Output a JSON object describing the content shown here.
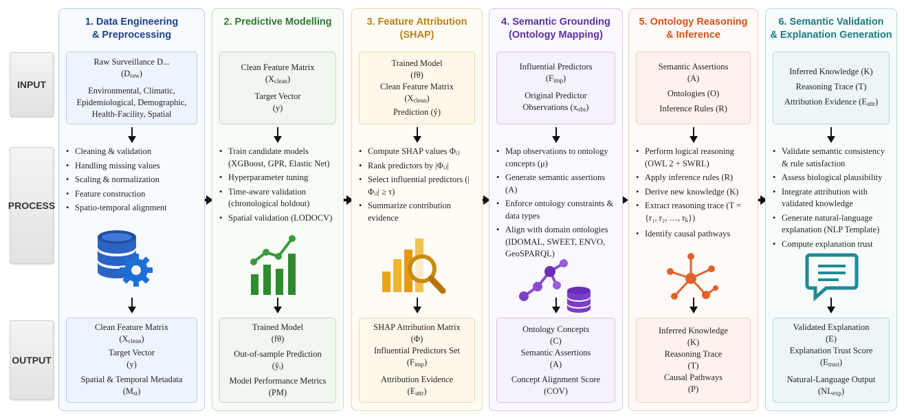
{
  "row_labels": {
    "input": "INPUT",
    "process": "PROCESS",
    "output": "OUTPUT"
  },
  "stages": [
    {
      "title_line1": "1. Data Engineering",
      "title_line2": "& Preprocessing",
      "color": "#1f3f8f",
      "input": [
        "Raw Surveillance D...",
        "(D_raw)",
        "",
        "Environmental, Climatic,",
        "Epidemiological, Demographic,",
        "Health-Facility, Spatial"
      ],
      "process": [
        "Cleaning & validation",
        "Handling missing values",
        "Scaling & normalization",
        "Feature construction",
        "Spatio-temporal alignment"
      ],
      "icon": "database-gear-icon",
      "output": [
        "Clean Feature Matrix",
        "(X_clean)",
        "Target Vector",
        "(y)",
        "",
        "Spatial & Temporal Metadata",
        "(M_st)"
      ]
    },
    {
      "title_line1": "2. Predictive Modelling",
      "title_line2": "",
      "color": "#2e7a2e",
      "input": [
        "Clean Feature Matrix",
        "(X_clean)",
        "",
        "Target Vector",
        "(y)"
      ],
      "process": [
        "Train candidate models (XGBoost, GPR, Elastic Net)",
        "Hyperparameter tuning",
        "Time-aware validation (chronological holdout)",
        "Spatial validation (LODOCV)"
      ],
      "icon": "bar-chart-trend-icon",
      "output": [
        "Trained Model",
        "(fθ)",
        "",
        "Out-of-sample Prediction",
        "(ŷᵢ)",
        "",
        "Model Performance Metrics",
        "(PM)"
      ]
    },
    {
      "title_line1": "3. Feature Attribution",
      "title_line2": "(SHAP)",
      "color": "#b88217",
      "input": [
        "Trained Model",
        "(fθ)",
        "Clean Feature Matrix",
        "(X_clean)",
        "Prediction (ŷ)"
      ],
      "process": [
        "Compute SHAP values Φᵢⱼ",
        "Rank predictors by |Φᵢⱼ|",
        "Select influential predictors (|Φᵢⱼ| ≥ τ)",
        "Summarize contribution evidence"
      ],
      "icon": "magnifier-bar-chart-icon",
      "output": [
        "SHAP Attribution Matrix",
        "(Φ)",
        "Influential Predictors Set",
        "(F_imp)",
        "",
        "Attribution Evidence",
        "(E_attr)"
      ]
    },
    {
      "title_line1": "4. Semantic Grounding",
      "title_line2": "(Ontology Mapping)",
      "color": "#5e2fa3",
      "input": [
        "Influential Predictors",
        "(F_imp)",
        "",
        "Original Predictor",
        "Observations (x_obs)"
      ],
      "process": [
        "Map observations to ontology concepts (μ)",
        "Generate semantic assertions (A)",
        "Enforce ontology constraints & data types",
        "Align with domain ontologies (IDOMAL, SWEET, ENVO, GeoSPARQL)"
      ],
      "icon": "graph-database-icon",
      "output": [
        "Ontology Concepts",
        "(C)",
        "Semantic Assertions",
        "(A)",
        "",
        "Concept Alignment Score",
        "(COV)"
      ]
    },
    {
      "title_line1": "5. Ontology Reasoning",
      "title_line2": "& Inference",
      "color": "#d6501b",
      "input": [
        "Semantic Assertions",
        "(A)",
        "",
        "Ontologies (O)",
        "",
        "Inference Rules (R)"
      ],
      "process": [
        "Perform logical reasoning (OWL 2 + SWRL)",
        "Apply inference rules (R)",
        "Derive new knowledge (K)",
        "Extract reasoning trace (T = {r₁, r₂, …, r_k})",
        "Identify causal pathways"
      ],
      "icon": "network-graph-icon",
      "output": [
        "Inferred Knowledge",
        "(K)",
        "Reasoning Trace",
        "(T)",
        "Causal Pathways",
        "(P)"
      ]
    },
    {
      "title_line1": "6. Semantic Validation",
      "title_line2": "& Explanation Generation",
      "color": "#1b7a84",
      "input": [
        "Inferred Knowledge (K)",
        "",
        "Reasoning Trace (T)",
        "",
        "Attribution Evidence (E_attr)"
      ],
      "process": [
        "Validate semantic consistency & rule satisfaction",
        "Assess biological plausibility",
        "Integrate attribution with validated knowledge",
        "Generate natural-language explanation (NLP Template)",
        "Compute explanation trust"
      ],
      "icon": "speech-bubble-icon",
      "output": [
        "Validated Explanation",
        "(E)",
        "Explanation Trust Score",
        "(E_trust)",
        "",
        "Natural-Language Output",
        "(NL_exp)"
      ]
    }
  ]
}
